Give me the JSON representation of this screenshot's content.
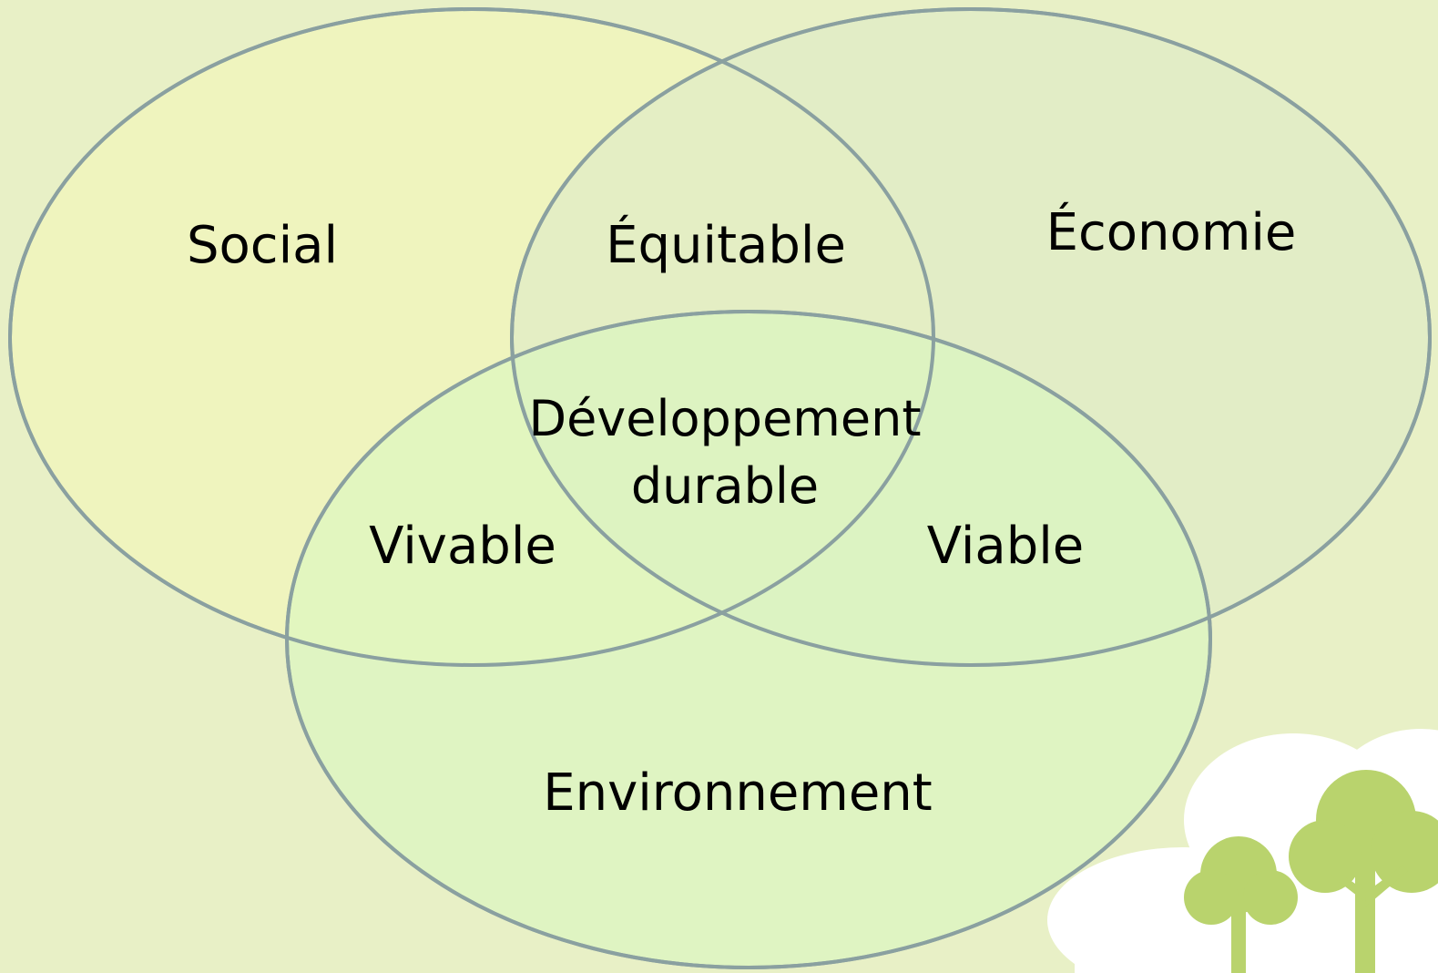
{
  "diagram": {
    "circles": {
      "social": {
        "label": "Social",
        "fill": "#f0f4bc",
        "label_color": "#2e2e1a"
      },
      "economie": {
        "label": "Économie",
        "fill": "#e0ebc6",
        "label_color": "#000000"
      },
      "environnement": {
        "label": "Environnement",
        "fill": "#ddf5c4",
        "label_color": "#000000"
      }
    },
    "intersections": {
      "social_economie": "Équitable",
      "social_environnement": "Vivable",
      "economie_environnement": "Viable",
      "center_line1": "Développement",
      "center_line2": "durable"
    },
    "outline_color": "#8aa0a0",
    "background_color": "#e8f0c6"
  },
  "decoration": {
    "cloud_color": "#ffffff",
    "tree_color": "#b9d36d"
  }
}
